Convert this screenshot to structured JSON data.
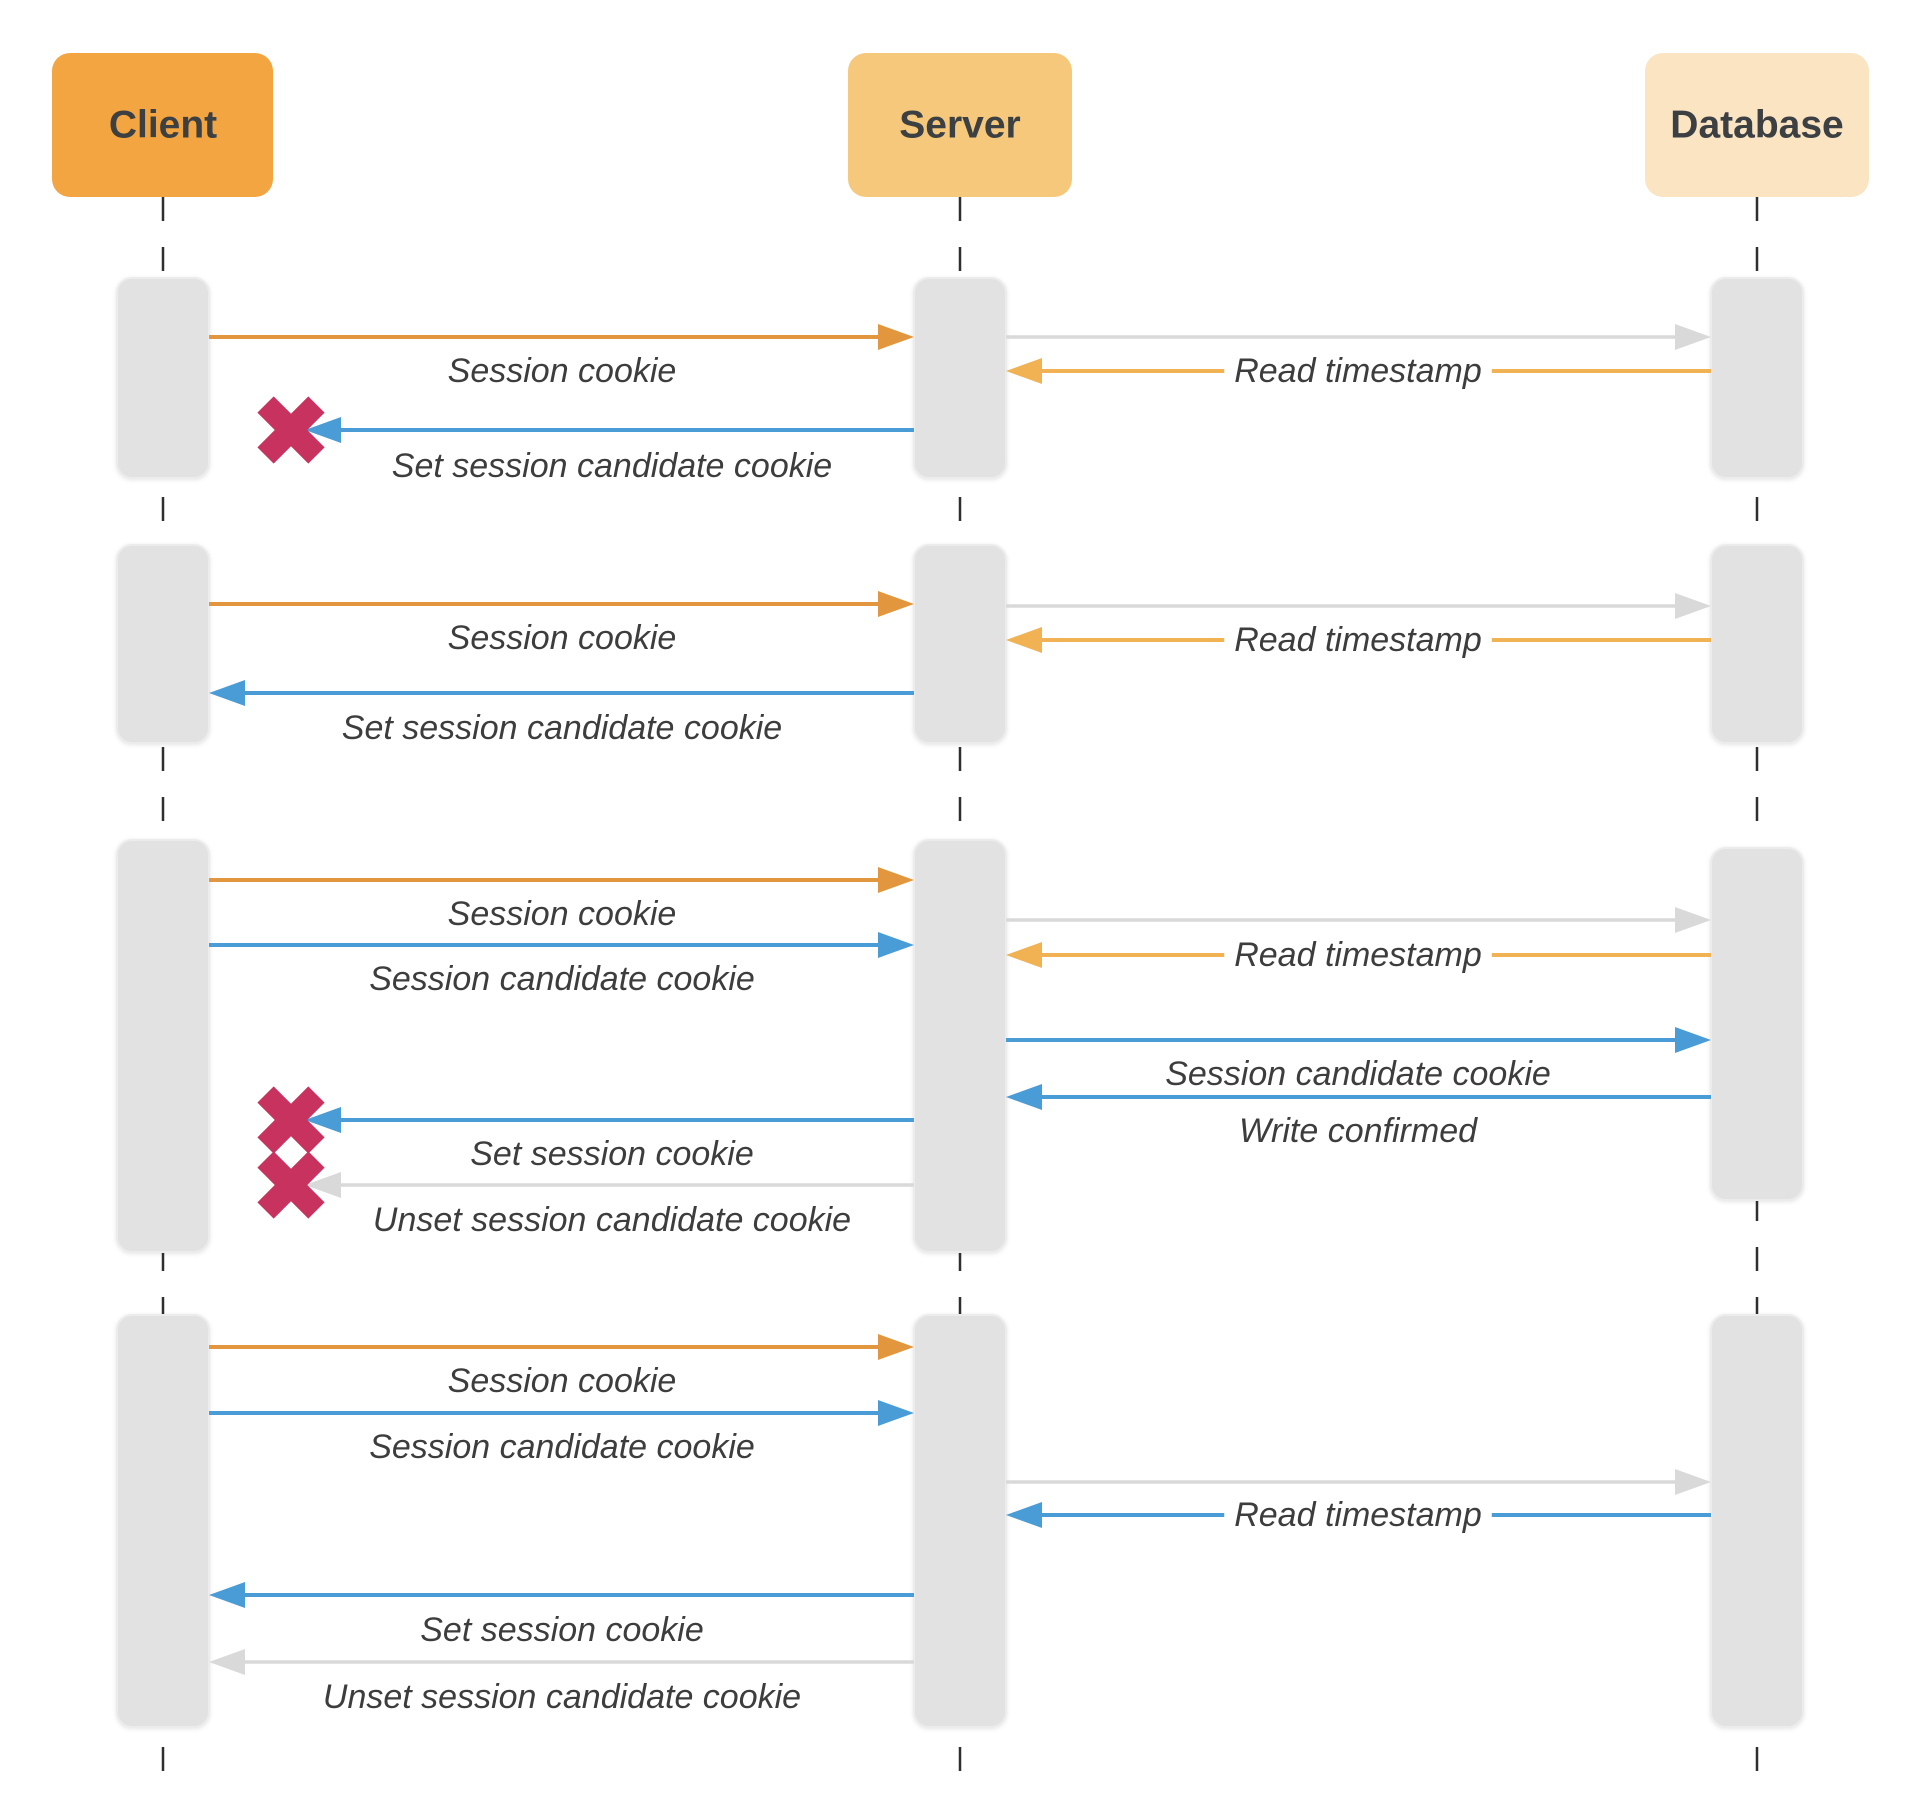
{
  "diagram_type": "sequence-diagram",
  "actors": [
    {
      "id": "client",
      "label": "Client",
      "fill": "#F2A540"
    },
    {
      "id": "server",
      "label": "Server",
      "fill": "#F5C87C"
    },
    {
      "id": "database",
      "label": "Database",
      "fill": "#FAE4C2"
    }
  ],
  "colors": {
    "orange": "#E2973E",
    "orange_light": "#F0B252",
    "blue": "#4A9CD6",
    "gray": "#D9D9D9",
    "cross_red": "#C8325E",
    "client_fill": "#F2A540",
    "server_fill": "#F5C87C",
    "database_fill": "#FAE4C2",
    "activation_fill": "#E2E2E2",
    "activation_stroke": "#ECECEC",
    "lifeline": "#2F2F2F",
    "label_text": "#3D3D3D"
  },
  "sections": [
    {
      "name": "exchange-1",
      "messages": [
        {
          "name": "session-cookie",
          "from": "client",
          "to": "server",
          "color": "orange",
          "label": "Session cookie",
          "blocked": false
        },
        {
          "name": "server-to-database-request",
          "from": "server",
          "to": "database",
          "color": "gray",
          "label": "",
          "blocked": false
        },
        {
          "name": "read-timestamp",
          "from": "database",
          "to": "server",
          "color": "orange_light",
          "label": "Read timestamp",
          "blocked": false
        },
        {
          "name": "set-session-candidate-cookie",
          "from": "server",
          "to": "client",
          "color": "blue",
          "label": "Set session candidate cookie",
          "blocked": true
        }
      ]
    },
    {
      "name": "exchange-2",
      "messages": [
        {
          "name": "session-cookie",
          "from": "client",
          "to": "server",
          "color": "orange",
          "label": "Session cookie",
          "blocked": false
        },
        {
          "name": "server-to-database-request",
          "from": "server",
          "to": "database",
          "color": "gray",
          "label": "",
          "blocked": false
        },
        {
          "name": "read-timestamp",
          "from": "database",
          "to": "server",
          "color": "orange_light",
          "label": "Read timestamp",
          "blocked": false
        },
        {
          "name": "set-session-candidate-cookie",
          "from": "server",
          "to": "client",
          "color": "blue",
          "label": "Set session candidate cookie",
          "blocked": false
        }
      ]
    },
    {
      "name": "exchange-3",
      "messages": [
        {
          "name": "session-cookie",
          "from": "client",
          "to": "server",
          "color": "orange",
          "label": "Session cookie",
          "blocked": false
        },
        {
          "name": "session-candidate-cookie",
          "from": "client",
          "to": "server",
          "color": "blue",
          "label": "Session candidate cookie",
          "blocked": false
        },
        {
          "name": "server-to-database-request",
          "from": "server",
          "to": "database",
          "color": "gray",
          "label": "",
          "blocked": false
        },
        {
          "name": "read-timestamp",
          "from": "database",
          "to": "server",
          "color": "orange_light",
          "label": "Read timestamp",
          "blocked": false
        },
        {
          "name": "session-candidate-cookie-write",
          "from": "server",
          "to": "database",
          "color": "blue",
          "label": "Session candidate cookie",
          "blocked": false
        },
        {
          "name": "write-confirmed",
          "from": "database",
          "to": "server",
          "color": "blue",
          "label": "Write confirmed",
          "blocked": false
        },
        {
          "name": "set-session-cookie",
          "from": "server",
          "to": "client",
          "color": "blue",
          "label": "Set session cookie",
          "blocked": true
        },
        {
          "name": "unset-session-candidate-cookie",
          "from": "server",
          "to": "client",
          "color": "gray",
          "label": "Unset session candidate cookie",
          "blocked": true
        }
      ]
    },
    {
      "name": "exchange-4",
      "messages": [
        {
          "name": "session-cookie",
          "from": "client",
          "to": "server",
          "color": "orange",
          "label": "Session cookie",
          "blocked": false
        },
        {
          "name": "session-candidate-cookie",
          "from": "client",
          "to": "server",
          "color": "blue",
          "label": "Session candidate cookie",
          "blocked": false
        },
        {
          "name": "server-to-database-request",
          "from": "server",
          "to": "database",
          "color": "gray",
          "label": "",
          "blocked": false
        },
        {
          "name": "read-timestamp",
          "from": "database",
          "to": "server",
          "color": "blue",
          "label": "Read timestamp",
          "blocked": false
        },
        {
          "name": "set-session-cookie",
          "from": "server",
          "to": "client",
          "color": "blue",
          "label": "Set session cookie",
          "blocked": false
        },
        {
          "name": "unset-session-candidate-cookie",
          "from": "server",
          "to": "client",
          "color": "gray",
          "label": "Unset session candidate cookie",
          "blocked": false
        }
      ]
    }
  ]
}
